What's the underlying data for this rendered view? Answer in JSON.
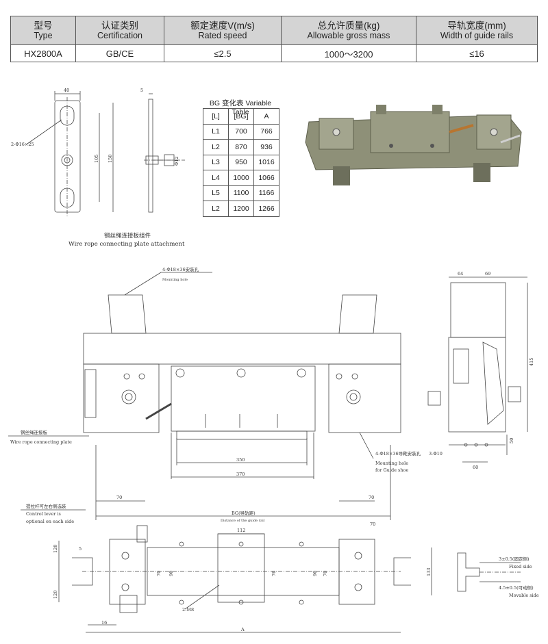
{
  "spec_table": {
    "headers": [
      {
        "cn": "型号",
        "en": "Type"
      },
      {
        "cn": "认证类别",
        "en": "Certification"
      },
      {
        "cn": "额定速度V(m/s)",
        "en": "Rated speed"
      },
      {
        "cn": "总允许质量(kg)",
        "en": "Allowable gross mass"
      },
      {
        "cn": "导轨宽度(mm)",
        "en": "Width of guide rails"
      }
    ],
    "row": [
      "HX2800A",
      "GB/CE",
      "≤2.5",
      "1000～3200",
      "≤16"
    ]
  },
  "variable_table": {
    "title": "BG 变化表 Variable Table",
    "headers": [
      "[L]",
      "[BG]",
      "A"
    ],
    "rows": [
      [
        "L1",
        "700",
        "766"
      ],
      [
        "L2",
        "870",
        "936"
      ],
      [
        "L3",
        "950",
        "1016"
      ],
      [
        "L4",
        "1000",
        "1066"
      ],
      [
        "L5",
        "1100",
        "1166"
      ],
      [
        "L2",
        "1200",
        "1266"
      ]
    ]
  },
  "plate_drawing": {
    "dim_width": "40",
    "dim_thickness": "5",
    "hole_note": "2-Φ16×25",
    "dim_105": "105",
    "dim_150": "150",
    "dim_phi12": "Φ12",
    "caption_cn": "钢丝绳连接板组件",
    "caption_en": "Wire rope connecting plate attachment"
  },
  "front_view": {
    "mount_cn": "4-Φ18×36安装孔",
    "mount_en": "Mounting hole",
    "plate_cn": "钢丝绳连接板",
    "plate_en": "Wire  rope connecting plate",
    "shoe_cn": "4-Φ18×36导靴安装孔",
    "shoe_en1": "Mounting hole",
    "shoe_en2": "for Guide shoe",
    "dim_350": "350",
    "dim_370": "370"
  },
  "side_view": {
    "dim_64": "64",
    "dim_69": "69",
    "dim_415": "415",
    "dim_50": "50",
    "dim_60": "60",
    "hole_note": "3-Φ10"
  },
  "plan_view": {
    "lever_cn": "提拉杆可左右侧选装",
    "lever_en1": "Control lever is",
    "lever_en2": "optional on each side",
    "bg_cn": "BG(导轨距)",
    "bg_en": "Distance of the guide rail",
    "dim_70_left": "70",
    "dim_70_right": "70",
    "dim_70_r2": "70",
    "dim_112": "112",
    "dim_120_top": "120",
    "dim_120_bot": "120",
    "dim_5": "5",
    "dim_70_a": "70",
    "dim_90_a": "90",
    "dim_76": "76",
    "dim_90_b": "90",
    "dim_70_b": "70",
    "dim_133": "133",
    "dim_16": "16",
    "dim_A": "A",
    "m8_note": "2-M8"
  },
  "rail_detail": {
    "fixed_cn": "3±0.5(固定侧)",
    "fixed_en": "Fixed  side",
    "movable_cn": "4.5±0.5(可动侧)",
    "movable_en": "Movable side"
  },
  "colors": {
    "header_bg": "#d4d4d4",
    "line": "#444444",
    "photo_body": "#8e9078"
  }
}
